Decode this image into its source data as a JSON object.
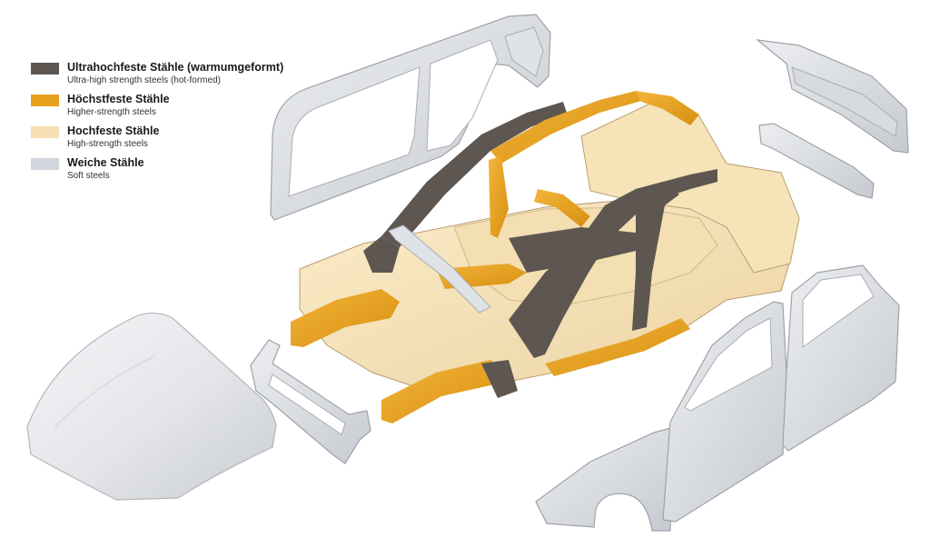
{
  "legend": {
    "items": [
      {
        "title": "Ultrahochfeste Stähle (warmumgeformt)",
        "subtitle": "Ultra-high strength steels (hot-formed)",
        "color": "#5e5650"
      },
      {
        "title": "Höchstfeste Stähle",
        "subtitle": "Higher-strength steels",
        "color": "#e8a11c"
      },
      {
        "title": "Hochfeste Stähle",
        "subtitle": "High-strength steels",
        "color": "#f6dfb2"
      },
      {
        "title": "Weiche Stähle",
        "subtitle": "Soft steels",
        "color": "#d3d6de"
      }
    ]
  },
  "colors": {
    "ultra_high": "#5e5650",
    "higher_strength": "#e8a11c",
    "high_strength": "#f6dfb2",
    "soft": "#d3d6de",
    "panel_edge": "#a9adb3"
  }
}
